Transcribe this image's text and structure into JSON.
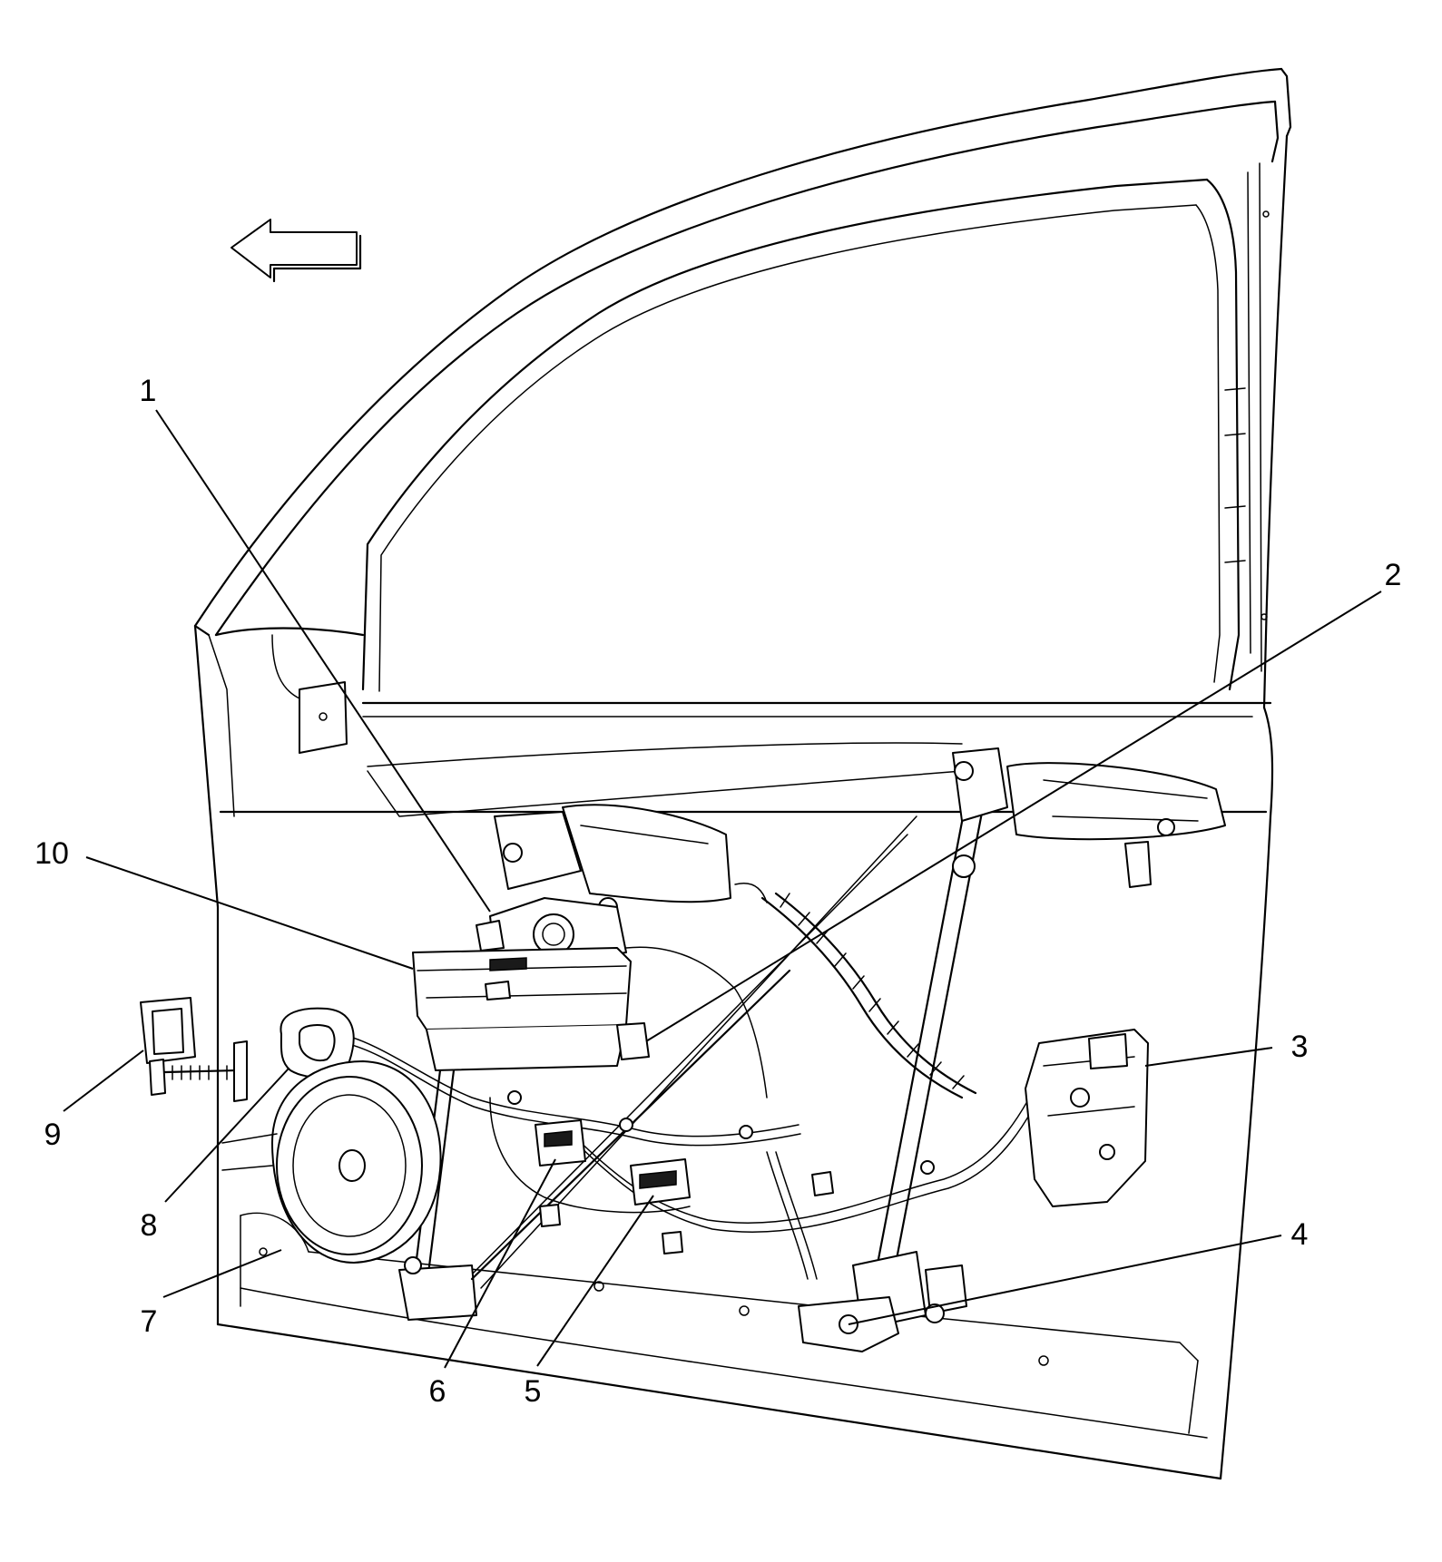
{
  "diagram": {
    "accent_color": "#000000",
    "background_color": "#ffffff",
    "icons": [
      "direction-arrow-icon"
    ],
    "callouts": [
      {
        "id": "1",
        "label": "1"
      },
      {
        "id": "2",
        "label": "2"
      },
      {
        "id": "3",
        "label": "3"
      },
      {
        "id": "4",
        "label": "4"
      },
      {
        "id": "5",
        "label": "5"
      },
      {
        "id": "6",
        "label": "6"
      },
      {
        "id": "7",
        "label": "7"
      },
      {
        "id": "8",
        "label": "8"
      },
      {
        "id": "9",
        "label": "9"
      },
      {
        "id": "10",
        "label": "10"
      }
    ]
  }
}
